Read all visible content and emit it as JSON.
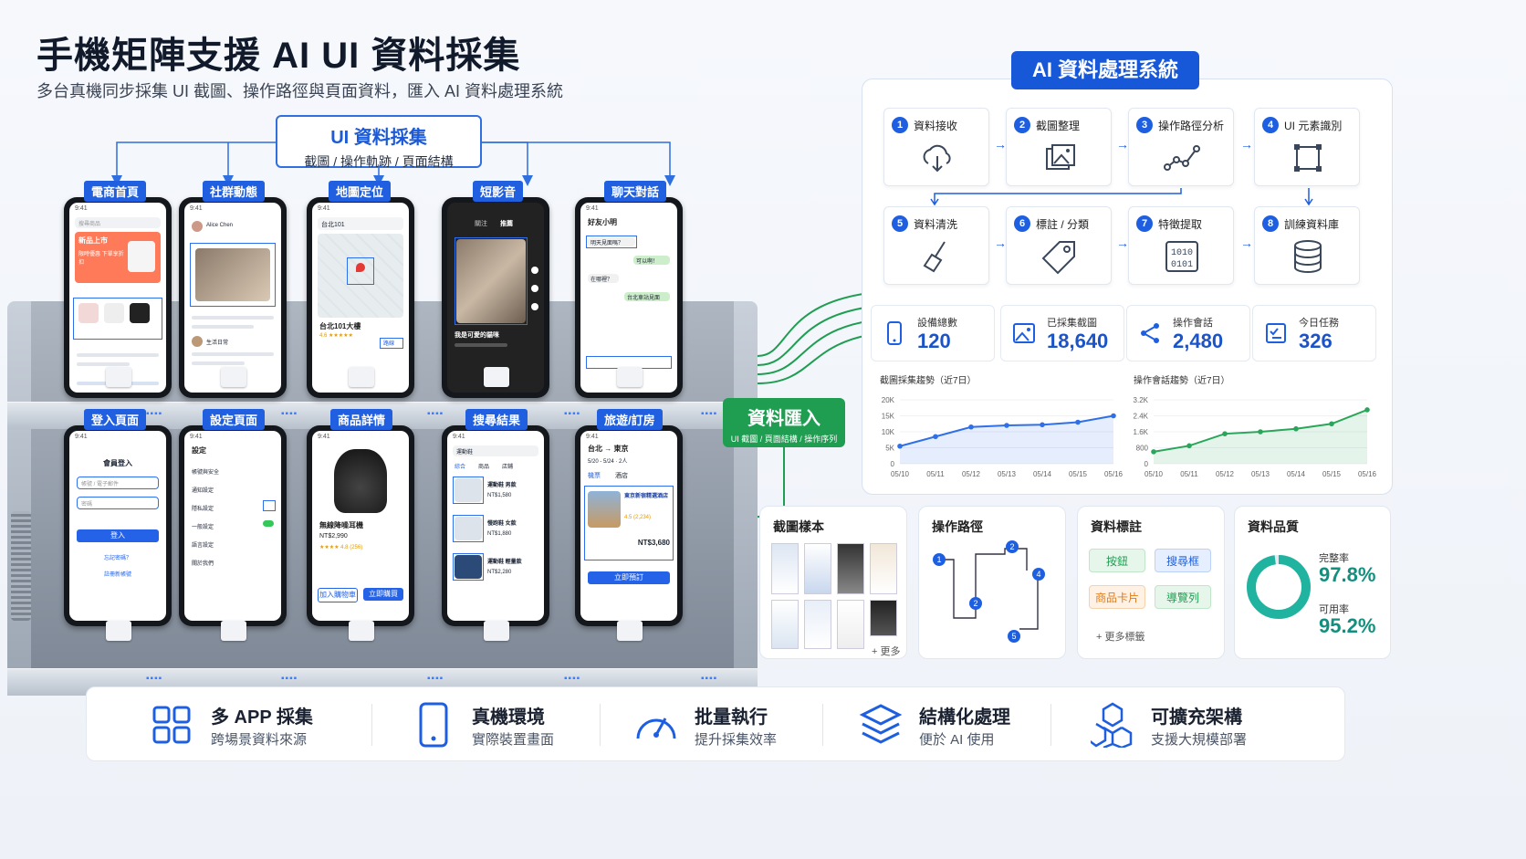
{
  "title": "手機矩陣支援 AI UI 資料採集",
  "subtitle": "多台真機同步採集 UI 截圖、操作路徑與頁面資料，匯入 AI 資料處理系統",
  "collect": {
    "heading": "UI 資料採集",
    "sub": "截圖 / 操作軌跡 / 頁面結構"
  },
  "phones_top": [
    {
      "tag": "電商首頁"
    },
    {
      "tag": "社群動態"
    },
    {
      "tag": "地圖定位"
    },
    {
      "tag": "短影音"
    },
    {
      "tag": "聊天對話"
    }
  ],
  "phones_bottom": [
    {
      "tag": "登入頁面"
    },
    {
      "tag": "設定頁面"
    },
    {
      "tag": "商品詳情"
    },
    {
      "tag": "搜尋結果"
    },
    {
      "tag": "旅遊/訂房"
    }
  ],
  "screens": {
    "ecom": {
      "search": "搜尋商品",
      "banner": "新品上市",
      "banner_sub": "限時優惠 下單享折扣"
    },
    "social": {
      "user1": "Alice Chen",
      "user2": "生活日常"
    },
    "map": {
      "search": "台北101",
      "place": "台北101大樓",
      "sub": "4.6 ★★★★★",
      "nav": "路線"
    },
    "video": {
      "tab1": "關注",
      "tab2": "推薦",
      "caption": "我是可愛的貓咪"
    },
    "chat": {
      "name": "好友小明",
      "m1": "明天見面嗎？",
      "m2": "可以啊！",
      "m3": "在哪裡？",
      "m4": "台北車站見面"
    },
    "login": {
      "title": "會員登入",
      "f1": "帳號 / 電子郵件",
      "f2": "密碼",
      "forgot": "忘記密碼？",
      "btn": "登入",
      "reg": "註冊新帳號"
    },
    "settings": {
      "title": "設定",
      "items": [
        "帳號與安全",
        "通知設定",
        "隱私設定",
        "一般設定",
        "語言設定",
        "關於我們"
      ]
    },
    "product": {
      "name": "無線降噪耳機",
      "price": "NT$2,990",
      "rating": "★★★★ 4.8 (256)",
      "cart": "加入購物車",
      "buy": "立即購買"
    },
    "search": {
      "query": "運動鞋",
      "tabs": [
        "綜合",
        "商品",
        "店鋪"
      ],
      "items": [
        {
          "name": "運動鞋 男款",
          "price": "NT$1,580"
        },
        {
          "name": "慢跑鞋 女款",
          "price": "NT$1,880"
        },
        {
          "name": "運動鞋 輕量款",
          "price": "NT$2,280"
        }
      ]
    },
    "travel": {
      "route": "台北 → 東京",
      "dates": "5/20 - 5/24 · 2人",
      "tab1": "機票",
      "tab2": "酒店",
      "hotel": "東京新宿精選酒店",
      "rating": "4.5 (2,234)",
      "price": "NT$3,680",
      "book": "立即預訂"
    }
  },
  "import": {
    "heading": "資料匯入",
    "sub": "UI 截圖 / 頁面結構 / 操作序列"
  },
  "ai": {
    "title": "AI 資料處理系統",
    "steps": [
      {
        "num": "1",
        "label": "資料接收",
        "icon": "cloud-download-icon"
      },
      {
        "num": "2",
        "label": "截圖整理",
        "icon": "images-icon"
      },
      {
        "num": "3",
        "label": "操作路徑分析",
        "icon": "path-icon"
      },
      {
        "num": "4",
        "label": "UI 元素識別",
        "icon": "frame-icon"
      },
      {
        "num": "5",
        "label": "資料清洗",
        "icon": "broom-icon"
      },
      {
        "num": "6",
        "label": "標註 / 分類",
        "icon": "tag-icon"
      },
      {
        "num": "7",
        "label": "特徵提取",
        "icon": "binary-icon"
      },
      {
        "num": "8",
        "label": "訓練資料庫",
        "icon": "database-icon"
      }
    ],
    "stats": [
      {
        "label": "設備總數",
        "value": "120",
        "icon": "phone-icon"
      },
      {
        "label": "已採集截圖",
        "value": "18,640",
        "icon": "image-icon"
      },
      {
        "label": "操作會話",
        "value": "2,480",
        "icon": "share-icon"
      },
      {
        "label": "今日任務",
        "value": "326",
        "icon": "task-icon"
      }
    ]
  },
  "chart_data": [
    {
      "type": "area",
      "title": "截圖採集趨勢（近7日）",
      "x": [
        "05/10",
        "05/11",
        "05/12",
        "05/13",
        "05/14",
        "05/15",
        "05/16"
      ],
      "yticks": [
        "0",
        "5K",
        "10K",
        "15K",
        "20K"
      ],
      "ylim": [
        0,
        20000
      ],
      "values": [
        5500,
        8500,
        11500,
        12000,
        12200,
        13000,
        15000
      ],
      "color": "#2f6fe8"
    },
    {
      "type": "area",
      "title": "操作會話趨勢（近7日）",
      "x": [
        "05/10",
        "05/11",
        "05/12",
        "05/13",
        "05/14",
        "05/15",
        "05/16"
      ],
      "yticks": [
        "0",
        "800",
        "1.6K",
        "2.4K",
        "3.2K"
      ],
      "ylim": [
        0,
        3200
      ],
      "values": [
        600,
        900,
        1500,
        1600,
        1750,
        2000,
        2700
      ],
      "color": "#2aa65a"
    }
  ],
  "cards": {
    "samples": {
      "title": "截圖樣本",
      "more": "+ 更多"
    },
    "path": {
      "title": "操作路徑",
      "nodes": [
        "1",
        "2",
        "4",
        "2",
        "5"
      ]
    },
    "labels": {
      "title": "資料標註",
      "chips": [
        "按鈕",
        "搜尋框",
        "商品卡片",
        "導覽列"
      ],
      "more": "+ 更多標籤"
    },
    "quality": {
      "title": "資料品質",
      "completeness_label": "完整率",
      "completeness": "97.8%",
      "completeness_value": 0.978,
      "usability_label": "可用率",
      "usability": "95.2%"
    }
  },
  "features": [
    {
      "title": "多 APP 採集",
      "sub": "跨場景資料來源",
      "icon": "grid-icon"
    },
    {
      "title": "真機環境",
      "sub": "實際裝置畫面",
      "icon": "phone-icon"
    },
    {
      "title": "批量執行",
      "sub": "提升採集效率",
      "icon": "gauge-icon"
    },
    {
      "title": "結構化處理",
      "sub": "便於 AI 使用",
      "icon": "layers-icon"
    },
    {
      "title": "可擴充架構",
      "sub": "支援大規模部署",
      "icon": "cubes-icon"
    }
  ],
  "colors": {
    "accent": "#1d5fe0",
    "green": "#1f9e52"
  }
}
